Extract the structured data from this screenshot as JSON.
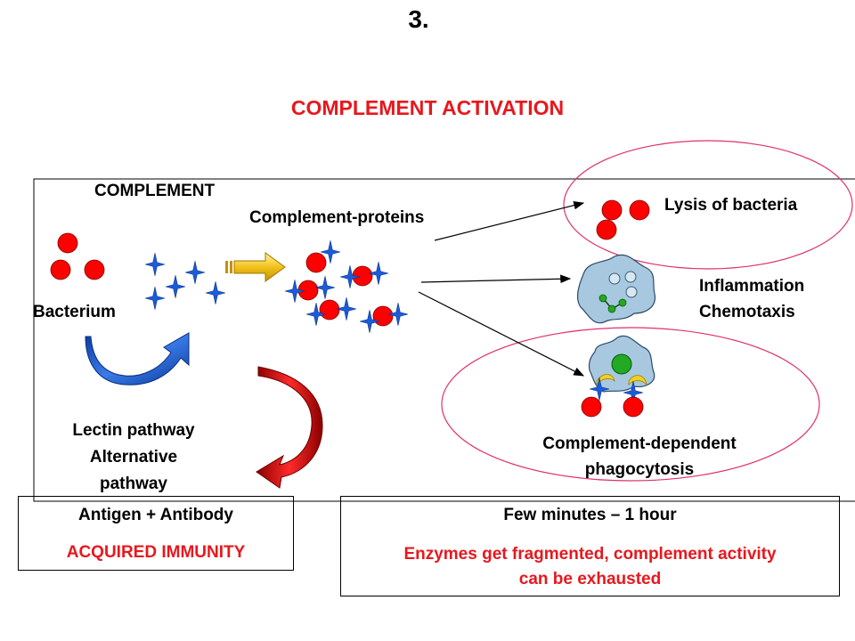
{
  "slide_number": "3.",
  "title": "COMPLEMENT ACTIVATION",
  "labels": {
    "complement": "COMPLEMENT",
    "complement_proteins": "Complement-proteins",
    "bacterium": "Bacterium",
    "lysis": "Lysis of bacteria",
    "inflammation": "Inflammation",
    "chemotaxis": "Chemotaxis",
    "lectin_pathway": "Lectin pathway",
    "alternative": "Alternative",
    "pathway": "pathway",
    "phagocytosis_line1": "Complement-dependent",
    "phagocytosis_line2": "phagocytosis"
  },
  "bottom_left": {
    "line1": "Antigen + Antibody",
    "line2": "ACQUIRED IMMUNITY"
  },
  "bottom_right": {
    "line1": "Few minutes – 1 hour",
    "line2": "Enzymes get fragmented, complement activity",
    "line3": "can be exhausted"
  },
  "colors": {
    "bacterium": "#ff0000",
    "complement_protein": "#1a5bd9",
    "accent_red": "#e8171d",
    "ellipse": "#e0306a",
    "cell": "#a8c8e0",
    "nucleus": "#22aa22",
    "antibody_yellow": "#f0d020",
    "curve_arrow_blue": "#1e5fc8",
    "curve_arrow_red": "#d01010",
    "block_arrow": "#f2c21c"
  }
}
